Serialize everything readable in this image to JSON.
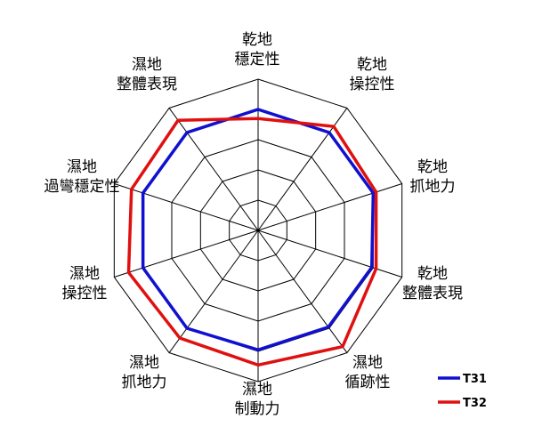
{
  "chart_data": {
    "type": "radar",
    "axes": [
      [
        "乾地",
        "穩定性"
      ],
      [
        "乾地",
        "操控性"
      ],
      [
        "乾地",
        "抓地力"
      ],
      [
        "乾地",
        "整體表現"
      ],
      [
        "濕地",
        "循跡性"
      ],
      [
        "濕地",
        "制動力"
      ],
      [
        "濕地",
        "抓地力"
      ],
      [
        "濕地",
        "操控性"
      ],
      [
        "濕地",
        "過彎穩定性"
      ],
      [
        "濕地",
        "整體表現"
      ]
    ],
    "rmax": 5,
    "rings": 5,
    "grid": true,
    "legend_position": "bottom-right",
    "series": [
      {
        "name": "T31",
        "color": "#1010d0",
        "values": [
          4.0,
          4.0,
          4.0,
          3.95,
          3.95,
          3.95,
          4.0,
          4.0,
          4.0,
          4.0
        ]
      },
      {
        "name": "T32",
        "color": "#e01010",
        "values": [
          3.7,
          4.25,
          4.1,
          4.1,
          4.75,
          4.45,
          4.4,
          4.5,
          4.4,
          4.5
        ]
      }
    ]
  }
}
